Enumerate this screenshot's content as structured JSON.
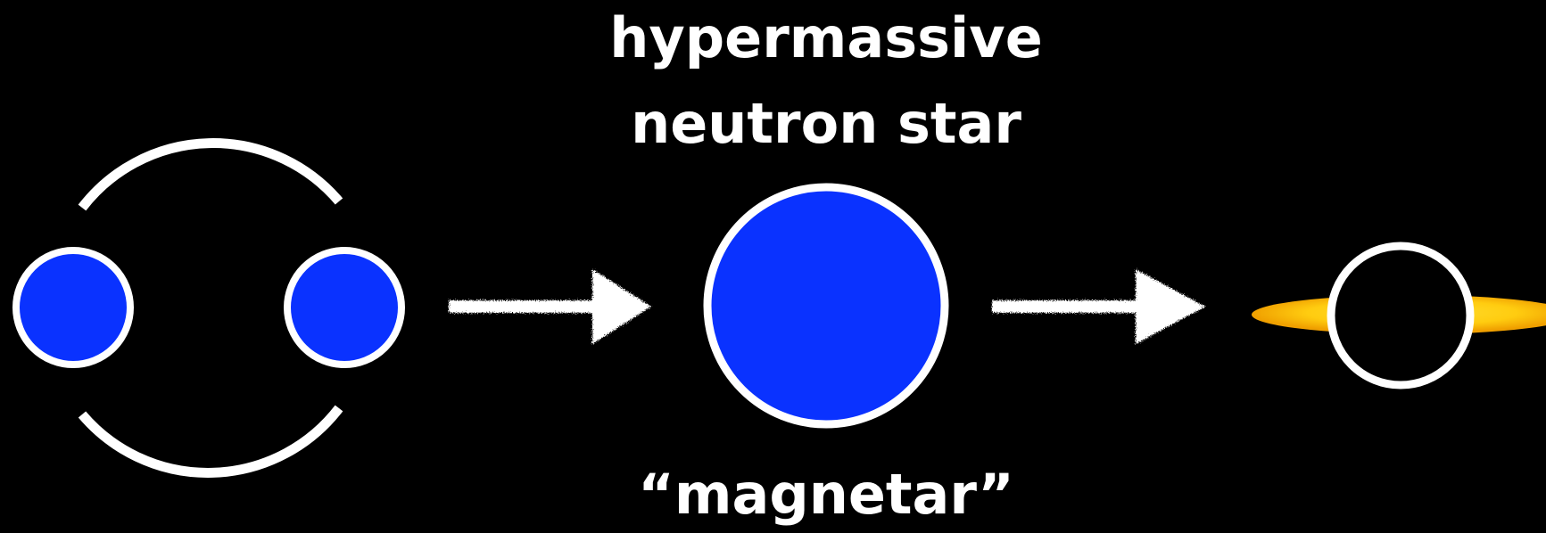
{
  "labels": {
    "title_line_1": "hypermassive",
    "title_line_2": "neutron star",
    "bottom": "“magnetar”"
  },
  "colors": {
    "background": "#000000",
    "star_fill": "#0a32ff",
    "outline": "#ffffff",
    "disk_outer": "#f5a800",
    "disk_inner": "#ffd21a",
    "black_hole_fill": "#000000"
  },
  "icons": {
    "stage_1": "binary-neutron-star-icon",
    "arrow_1": "arrow-right-icon",
    "stage_2": "neutron-star-icon",
    "arrow_2": "arrow-right-icon",
    "stage_3": "black-hole-with-disk-icon"
  }
}
